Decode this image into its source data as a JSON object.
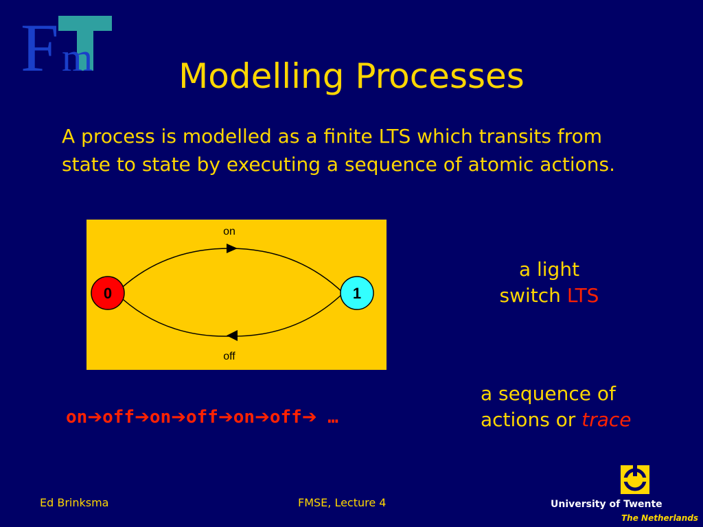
{
  "title": "Modelling Processes",
  "intro_text": "A process is modelled as a finite LTS which transits from state to state by executing a sequence of atomic actions.",
  "lts": {
    "state0": "0",
    "state1": "1",
    "action_top": "on",
    "action_bottom": "off",
    "colors": {
      "state0": "#FF0000",
      "state1": "#33FFFF",
      "background": "#FFCC00"
    }
  },
  "caption_lts": {
    "line1": "a light",
    "line2a": "switch",
    "line2b": "LTS"
  },
  "caption_trace": {
    "line1": "a sequence of",
    "line2a": "actions or",
    "line2b": "trace"
  },
  "trace": {
    "items": [
      "on",
      "off",
      "on",
      "off",
      "on",
      "off"
    ],
    "ellipsis": "…"
  },
  "footer": {
    "author": "Ed Brinksma",
    "lecture": "FMSE, Lecture 4",
    "university": "University of Twente",
    "country": "The Netherlands"
  },
  "logo_icon": "fmt-logo-icon",
  "colors": {
    "background": "#000066",
    "text": "#FFD700",
    "accent": "#FF2200"
  }
}
